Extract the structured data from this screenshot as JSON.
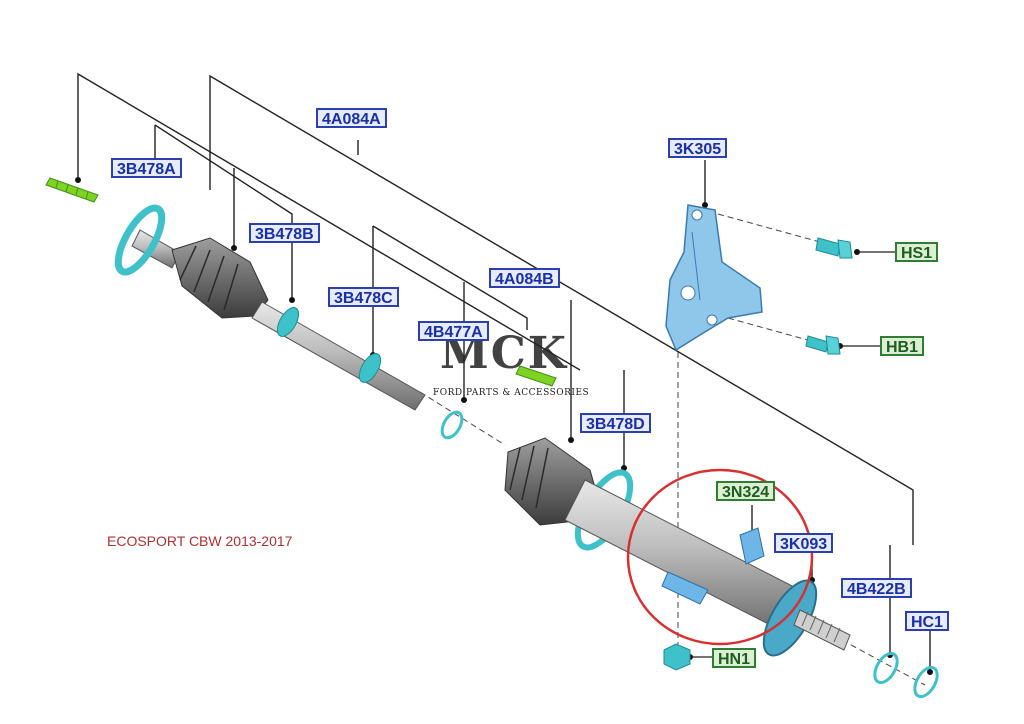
{
  "labels": {
    "l_4A084A": "4A084A",
    "l_3B478A": "3B478A",
    "l_3B478B": "3B478B",
    "l_3B478C": "3B478C",
    "l_4A084B": "4A084B",
    "l_4B477A": "4B477A",
    "l_3K305": "3K305",
    "l_HS1": "HS1",
    "l_HB1": "HB1",
    "l_3B478D": "3B478D",
    "l_3N324": "3N324",
    "l_3K093": "3K093",
    "l_4B422B": "4B422B",
    "l_HC1": "HC1",
    "l_HN1": "HN1"
  },
  "caption": "ECOSPORT CBW 2013-2017",
  "logo": {
    "mark": "MCK",
    "subtitle": "FORD PARTS & ACCESSORIES"
  },
  "colors": {
    "part_fill": "#9a9a9a",
    "seal_color": "#3fc1c9",
    "bracket_color": "#8fc7ea",
    "blue_label": "#2b3fb0",
    "green_label": "#2e7d32",
    "highlight_circle": "#d83030"
  }
}
